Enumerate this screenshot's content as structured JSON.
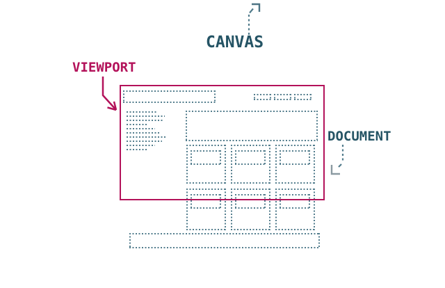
{
  "diagram": {
    "labels": {
      "canvas": "CANVAS",
      "viewport": "VIEWPORT",
      "document": "DOCUMENT"
    }
  },
  "colors": {
    "viewport_accent": "#b3125a",
    "label_teal": "#255465",
    "wireframe_dash": "#527c8c",
    "background": "#ffffff"
  },
  "icons": {
    "canvas_arrow": "dashed-arrow-up-right",
    "viewport_arrow": "solid-arrow-down-right",
    "document_arrow": "dashed-arrow-down-left"
  },
  "wireframe": {
    "nav_item_count": 3,
    "sidebar_line_widths": [
      43,
      55,
      53,
      31,
      41,
      49,
      57,
      51,
      41,
      29
    ],
    "card_rows": 2,
    "cards_per_row": 3
  }
}
